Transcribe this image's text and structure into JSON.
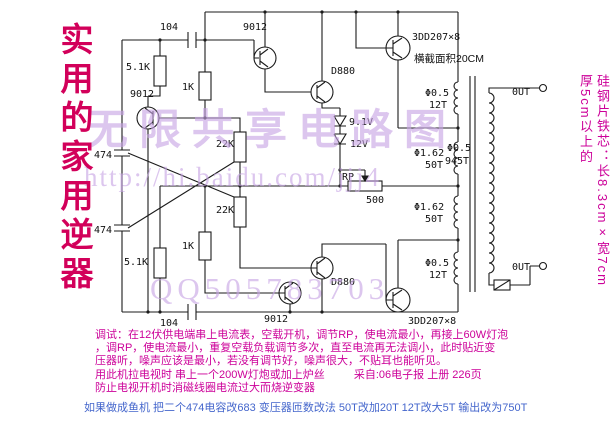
{
  "page": {
    "background": "#ffffff"
  },
  "title": {
    "text": "实用的家用逆器",
    "color": "#d2005a",
    "chars": [
      "实",
      "用",
      "的",
      "家",
      "用",
      "逆",
      "器"
    ]
  },
  "watermark": {
    "color": "#c7a4e4",
    "line1": "无限共享电路图",
    "line2": "http://hi.baidu.com/jjj4",
    "line3": "QQ505783703"
  },
  "side_note": {
    "color": "#cc0099",
    "line1": "硅钢片铁芯：长8.3cm×宽7cm",
    "line2": "厚5cm以上的"
  },
  "circuit": {
    "line_color": "#1b1b1b",
    "labels": {
      "c104_top": "104",
      "q9012_top": "9012",
      "r51k_top": "5.1K",
      "r1k_top": "1K",
      "q9012_left": "9012",
      "c474_top": "474",
      "r22k_top": "22K",
      "r22k_bot": "22K",
      "c474_bot": "474",
      "r1k_bot": "1K",
      "r51k_bot": "5.1K",
      "c104_bot": "104",
      "q9012_bot": "9012",
      "d880_top": "D880",
      "d880_bot": "D880",
      "zener": "9.1V",
      "v12": "12V",
      "rp": "RP",
      "rp_value": "500",
      "q3dd_top": "3DD207×8",
      "q3dd_bot": "3DD207×8",
      "core_area": "横截面积20CM",
      "w1_wire": "Φ0.5",
      "w1_turns": "12T",
      "w2_wire": "Φ1.62",
      "w2_turns": "50T",
      "w3_wire": "Φ1.62",
      "w3_turns": "50T",
      "w4_wire": "Φ0.5",
      "w4_turns": "12T",
      "sec_wire": "Φ0.5",
      "sec_turns": "945T",
      "out_top": "0UT",
      "out_bot": "0UT"
    }
  },
  "notes": {
    "color": "#cc0099",
    "line1": "调试：在12伏供电端串上电流表，空载开机，调节RP，使电流最小，再接上60W灯泡",
    "line2": "，调RP，使电流最小，重复空载负载调节多次，直至电流再无法调小，此时贴近变",
    "line3": "压器听，噪声应该是最小，若没有调节好，噪声很大，不贴耳也能听见。",
    "line4": "用此机拉电视时 串上一个200W灯炮或加上炉丝",
    "line4_source": "采自:06电子报 上册 226页",
    "line5": "防止电视开机时消磁线圈电流过大而烧逆变器",
    "line6": "如果做成鱼机 把二个474电容改683 变压器匝数改法 50T改加20T 12T改大5T 输出改为750T",
    "line6_color": "#4466cc"
  }
}
